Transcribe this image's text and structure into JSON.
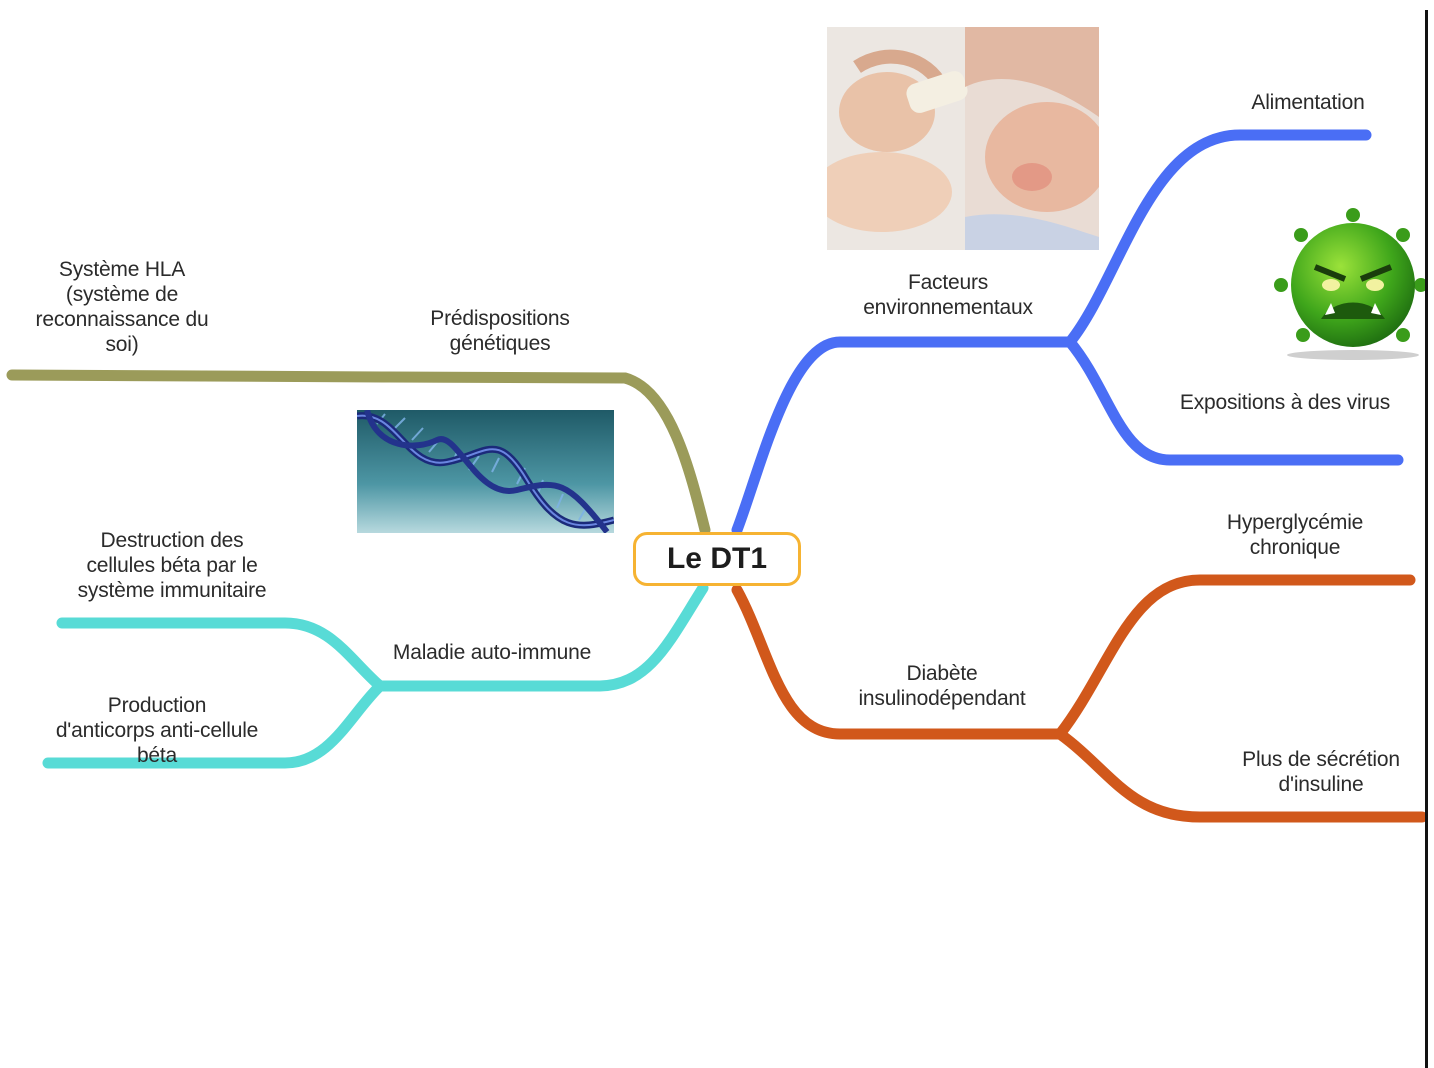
{
  "center": "Le DT1",
  "branches": {
    "genetique": {
      "label": "Prédispositions\ngénétiques",
      "color": "#9b9b5a",
      "children": [
        "Système HLA\n(système de\nreconnaissance du\nsoi)"
      ]
    },
    "auto_immune": {
      "label": "Maladie auto-immune",
      "color": "#58dbd6",
      "children": [
        "Destruction des\ncellules béta par le\nsystème immunitaire",
        "Production\nd'anticorps anti-cellule\nbéta"
      ]
    },
    "environnement": {
      "label": "Facteurs\nenvironnementaux",
      "color": "#4a6ef5",
      "children": [
        "Alimentation",
        "Expositions à des virus"
      ]
    },
    "diabete": {
      "label": "Diabète\ninsulinodépendant",
      "color": "#d1581b",
      "children": [
        "Hyperglycémie\nchronique",
        "Plus de sécrétion\nd'insuline"
      ]
    }
  },
  "center_border_color": "#f6b332",
  "illustrations": [
    "dna-helix",
    "baby-feeding",
    "angry-virus"
  ]
}
